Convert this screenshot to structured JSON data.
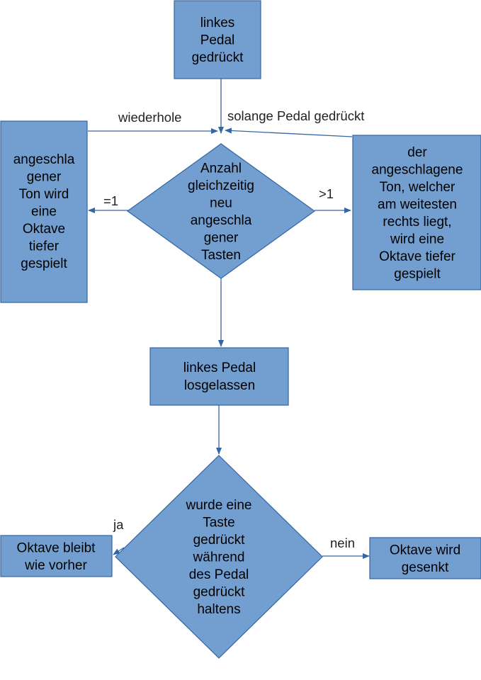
{
  "colors": {
    "node_fill": "#729fcf",
    "node_stroke": "#3465a4",
    "arrow": "#3465a4",
    "text": "#000000"
  },
  "nodes": {
    "start": {
      "lines": [
        "linkes",
        "Pedal",
        "gedrückt"
      ]
    },
    "decision_count": {
      "lines": [
        "Anzahl",
        "gleichzeitig",
        "neu",
        "angeschla",
        "gener",
        "Tasten"
      ]
    },
    "action_single": {
      "lines": [
        "angeschla",
        "gener",
        "Ton wird",
        "eine",
        "Oktave",
        "tiefer",
        "gespielt"
      ]
    },
    "action_multi": {
      "lines": [
        "der",
        "angeschlagene",
        "Ton, welcher",
        "am weitesten",
        "rechts liegt,",
        "wird eine",
        "Oktave tiefer",
        "gespielt"
      ]
    },
    "released": {
      "lines": [
        "linkes Pedal",
        "losgelassen"
      ]
    },
    "decision_pressed": {
      "lines": [
        "wurde eine",
        "Taste",
        "gedrückt",
        "während",
        "des Pedal",
        "gedrückt",
        "haltens"
      ]
    },
    "result_yes": {
      "lines": [
        "Oktave bleibt",
        "wie vorher"
      ]
    },
    "result_no": {
      "lines": [
        "Oktave wird",
        "gesenkt"
      ]
    }
  },
  "edge_labels": {
    "repeat": "wiederhole",
    "while_pressed": "solange Pedal gedrückt",
    "eq_one": "=1",
    "gt_one": ">1",
    "yes": "ja",
    "no": "nein"
  }
}
